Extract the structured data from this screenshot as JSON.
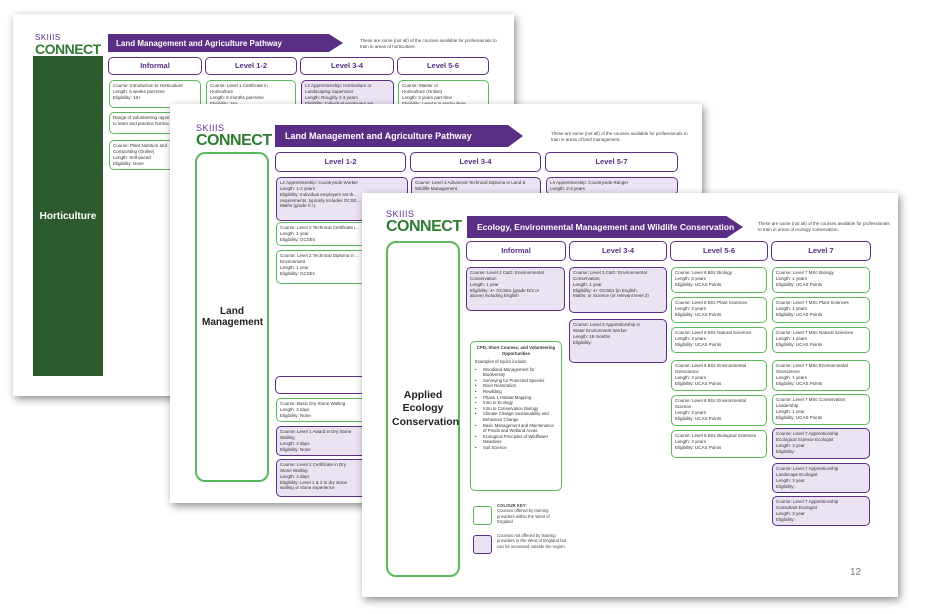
{
  "slide1": {
    "logo_skills": "SKIIIS",
    "logo_connect": "CONNECT",
    "title": "Land Management and Agriculture Pathway",
    "note": "These are some (not all) of the courses available for professionals to train in areas of horticulture.",
    "sidebar": "Horticulture",
    "headers": [
      "Informal",
      "Level 1-2",
      "Level 3-4",
      "Level 5-6"
    ],
    "cards": [
      [
        "Course: Introduction to Horticulture",
        "Length: 6 weeks part-time",
        "Eligibility: 18+"
      ],
      [
        "Course: Level 1 Certificate in",
        "Horticulture",
        "Length: 6 months part-time",
        "Eligibility: 16+"
      ],
      [
        "L2 Apprenticeship: Horticulture or",
        "Landscaping Supervisor",
        "Length: Roughly 2-3 years",
        "Eligibility: Individual employers set"
      ],
      [
        "Course: Master of",
        "Horticulture (Online)",
        "Length: 3 years part-time",
        "Eligibility: Level 6 in Horticulture"
      ],
      [
        "Range of volunteering opport...",
        "to learn and practice horticu..."
      ],
      [
        "Course: Plant Nutrition and",
        "Composting (Online)",
        "Length: Self-paced",
        "Eligibility: None"
      ]
    ]
  },
  "slide2": {
    "logo_skills": "SKIIIS",
    "logo_connect": "CONNECT",
    "title": "Land Management and Agriculture Pathway",
    "note": "These are some (not all) of the courses available for professionals to train in areas of land management.",
    "sidebar": "Land Management",
    "headers": [
      "Level 1-2",
      "Level 3-4",
      "Level 5-7"
    ],
    "cards": [
      [
        "L2 Apprenticeship: Countryside Worker",
        "Length: 1-2 years",
        "Eligibility: Individual employers set th...",
        "requirements, typically includes GCSE...",
        "Maths (grade C+)."
      ],
      [
        "Course: Level 3 Advanced Technical Diploma in Land &",
        "Wildlife Management"
      ],
      [
        "L4 Apprenticeship: Countryside Ranger",
        "Length: 2-3 years"
      ],
      [
        "Course: Level 2 Technical Certificate i...",
        "Length: 1 year",
        "Eligibility: GCSEs"
      ],
      [
        "Course: Level 2 Technical Diploma in ...",
        "Environment",
        "Length: 1 year",
        "Eligibility: GCSEs"
      ],
      [
        "Course: Basic Dry Stone Walling",
        "Length: 2 days",
        "Eligibility: None"
      ],
      [
        "Course: Level 1 Award in Dry Stone",
        "Walling",
        "Length: 4 days",
        "Eligibility: None"
      ],
      [
        "Course: Level 2 Certificate in Dry",
        "Stone Walling",
        "Length: 4 days",
        "Eligibility: Level 1 & 2 in dry stone",
        "walling or stone experience"
      ]
    ]
  },
  "slide3": {
    "logo_skills": "SKIIIS",
    "logo_connect": "CONNECT",
    "title": "Ecology, Environmental Management and Wildlife Conservation",
    "note": "These are some (not all) of the courses available for professionals to train in areas of ecology conservation.",
    "sidebar": "Applied Ecology Conservation",
    "headers": [
      "Informal",
      "Level 3-4",
      "Level 5-6",
      "Level 7"
    ],
    "informal_card": [
      "Course: Level 2 C&G: Environmental",
      "Conservation",
      "Length: 1 year",
      "Eligibility: 4+ GCSEs (grade D/3 or",
      "above) including English"
    ],
    "cpd_title": "CPD, Short Courses, and Volunteering Opportunities",
    "cpd_intro": "Examples of topics include:",
    "cpd_items": [
      "Woodland Management for Biodiversity",
      "Surveying for Protected Species",
      "River Restoration",
      "Rewilding",
      "Phase 1 Habitat Mapping",
      "Intro to Ecology",
      "Intro to Conservation Biology",
      "Climate Change Sustainability and Behaviour Change",
      "Basic Management and Maintenance of Ponds and Wetland Areas",
      "Ecological Principles of Wildflower Meadows",
      "Soil Science"
    ],
    "level34_cards": [
      [
        "Course: Level 3 C&G: Environmental",
        "Conservation",
        "Length: 1 year",
        "Eligibility: 4+ GCSEs (in English,",
        "Maths, or Science (or relevant level 2)"
      ],
      [
        "Course: Level 3 Apprenticeship in",
        "Water Environment Worker",
        "Length: 18 months",
        "Eligibility:"
      ]
    ],
    "level56_cards": [
      [
        "Course: Level 6 BSc Biology",
        "Length: 3 years",
        "Eligibility: UCAS Points"
      ],
      [
        "Course: Level 6 BSc Plant Sciences",
        "Length: 3 years",
        "Eligibility: UCAS Points"
      ],
      [
        "Course: Level 6 BSc Natural Sciences",
        "Length: 3 years",
        "Eligibility: UCAS Points"
      ],
      [
        "Course: Level 6 BSc Environmental",
        "Geoscience",
        "Length: 3 years",
        "Eligibility: UCAS Points"
      ],
      [
        "Course: Level 6 BSc Environmental",
        "Science",
        "Length: 3 years",
        "Eligibility: UCAS Points"
      ],
      [
        "Course: Level 6 BSc Biological Sciences",
        "Length: 3 years",
        "Eligibility: UCAS Points"
      ]
    ],
    "level7_cards": [
      [
        "Course: Level 7 MSc Biology",
        "Length: 1 years",
        "Eligibility: UCAS Points"
      ],
      [
        "Course: Level 7 MSc Plant Sciences",
        "Length: 1 years",
        "Eligibility: UCAS Points"
      ],
      [
        "Course: Level 7 MSc Natural Sciences",
        "Length: 1 years",
        "Eligibility: UCAS Points"
      ],
      [
        "Course: Level 7 MSc Environmental",
        "Geoscience",
        "Length: 1 years",
        "Eligibility: UCAS Points"
      ],
      [
        "Course: Level 7 MSc Conservation",
        "Leadership",
        "Length: 1 year",
        "Eligibility: UCAS Points"
      ],
      [
        "Course: Level 7 Apprenticeship",
        "Ecological Science Ecologist",
        "Length: 3 year",
        "Eligibility:"
      ],
      [
        "Course: Level 7 Apprenticeship",
        "Landscape Ecologist",
        "Length: 3 year",
        "Eligibility:"
      ],
      [
        "Course: Level 7 Apprenticeship",
        "Consultant Ecologist",
        "Length: 3 year",
        "Eligibility:"
      ]
    ],
    "key_title": "COLOUR KEY:",
    "key_green": "Courses offered by training providers within the West of England",
    "key_purple": "Courses not offered by training providers in the West of England but can be accessed outside the region.",
    "page_number": "12"
  }
}
